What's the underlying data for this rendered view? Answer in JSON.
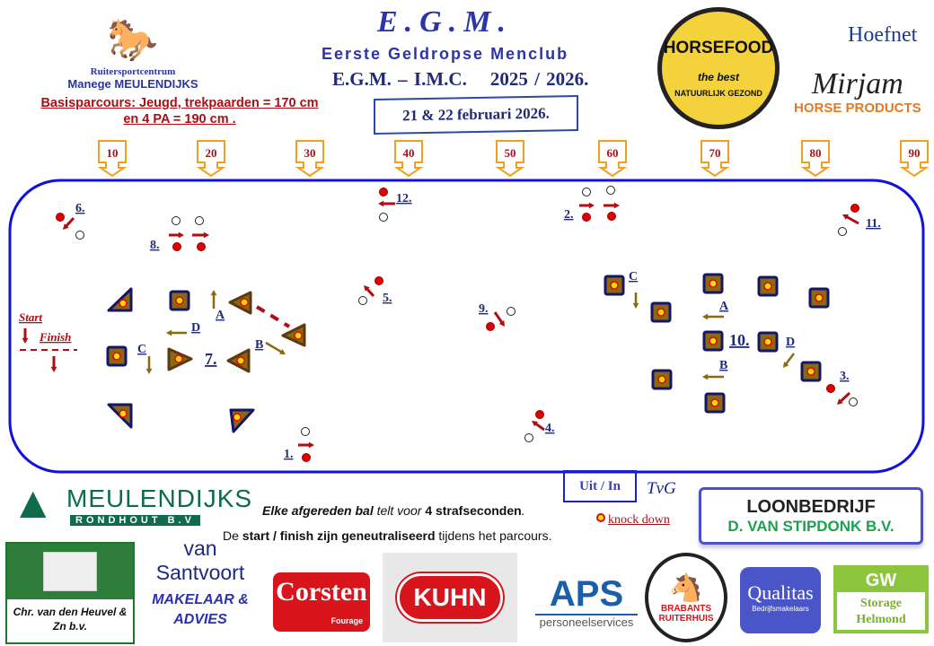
{
  "header": {
    "egm_logo": "E.G.M.",
    "egm_subtitle": "Eerste Geldropse Menclub",
    "title": "E.G.M. – I.M.C.",
    "season": "2025 / 2026.",
    "date": "21 & 22 februari 2026.",
    "basis_line1": "Basisparcours: Jeugd, trekpaarden = 170 cm",
    "basis_line2": "en 4 PA = 190 cm ."
  },
  "logos": {
    "meulendijks_line1": "Ruitersportcentrum",
    "meulendijks_line2": "Manege MEULENDIJKS",
    "horsefood_name": "HORSEFOOD",
    "horsefood_tag": "the best",
    "horsefood_sub": "NATUURLIJK GEZOND",
    "hoefnet": "Hoefnet",
    "mirjam": "Mirjam",
    "mirjam_sub": "HORSE PRODUCTS",
    "meulendijks_rondhout": "MEULENDIJKS",
    "meulendijks_rondhout_sub": "RONDHOUT B.V",
    "heuvel": "Chr. van den Heuvel & Zn b.v.",
    "santvoort": "van Santvoort",
    "santvoort_sub": "MAKELAAR & ADVIES",
    "corsten": "Corsten",
    "corsten_sub": "Fourage",
    "kuhn": "KUHN",
    "aps": "APS",
    "aps_sub": "personeelservices",
    "brabants": "BRABANTS RUITERHUIS",
    "qualitas": "Qualitas",
    "qualitas_sub": "Bedrijfsmakelaars",
    "loon_line1": "LOONBEDRIJF",
    "loon_line2": "D. VAN STIPDONK B.V.",
    "gw": "GW",
    "gw_line1": "Storage",
    "gw_line2": "Helmond"
  },
  "distance_markers": [
    "10",
    "20",
    "30",
    "40",
    "50",
    "60",
    "70",
    "80",
    "90"
  ],
  "course": {
    "start": "Start",
    "finish": "Finish",
    "obstacles": [
      "1.",
      "2.",
      "3.",
      "4.",
      "5.",
      "6.",
      "7.",
      "8.",
      "9.",
      "10.",
      "11.",
      "12."
    ],
    "gates_7": [
      "A",
      "B",
      "C",
      "D"
    ],
    "gates_10": [
      "A",
      "B",
      "C",
      "D"
    ]
  },
  "footer": {
    "uit_in": "Uit / In",
    "tvg": "TvG",
    "rule1_a": "Elke afgereden bal",
    "rule1_b": " telt voor ",
    "rule1_c": "4 strafseconden",
    "rule1_d": ".",
    "rule2_a": "De ",
    "rule2_b": "start / finish zijn geneutraliseerd",
    "rule2_c": " tijdens het parcours.",
    "knock_down": "knock down"
  },
  "colors": {
    "arena": "#1010e0",
    "cone": "#e00000",
    "marker": "#f0a020",
    "gate_arrow": "#8a6a10",
    "course_arrow": "#b00d14"
  }
}
